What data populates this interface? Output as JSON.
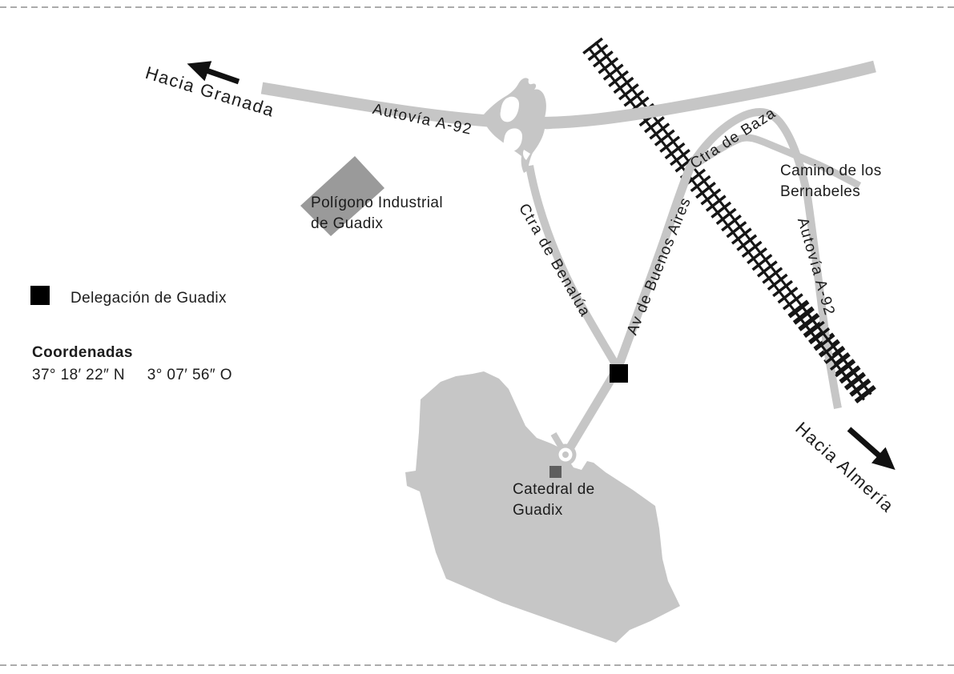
{
  "map": {
    "destinations": {
      "granada": "Hacia Granada",
      "almeria": "Hacia Almería"
    },
    "roads": {
      "autovia_a92_west": "Autovía A-92",
      "autovia_a92_south": "Autovía A-92",
      "ctra_benalua": "Ctra de Benalúa",
      "av_buenos_aires": "Av de Buenos Aires",
      "ctra_baza": "Ctra de Baza",
      "camino_bernabeles_line1": "Camino de los",
      "camino_bernabeles_line2": "Bernabeles"
    },
    "places": {
      "poligono_line1": "Polígono Industrial",
      "poligono_line2": "de Guadix",
      "catedral_line1": "Catedral de",
      "catedral_line2": "Guadix"
    }
  },
  "legend": {
    "marker_label": "Delegación de Guadix"
  },
  "coordinates": {
    "heading": "Coordenadas",
    "lat": "37° 18′ 22″ N",
    "lon": "3° 07′ 56″ O"
  },
  "colors": {
    "road": "#c6c6c6",
    "city_area": "#c6c6c6",
    "industrial_area": "#9a9a9a",
    "railway": "#161616",
    "delegacion_marker": "#000000",
    "catedral_marker": "#5e5e5e",
    "arrow": "#111111",
    "border_dash": "#8f8f8f"
  }
}
